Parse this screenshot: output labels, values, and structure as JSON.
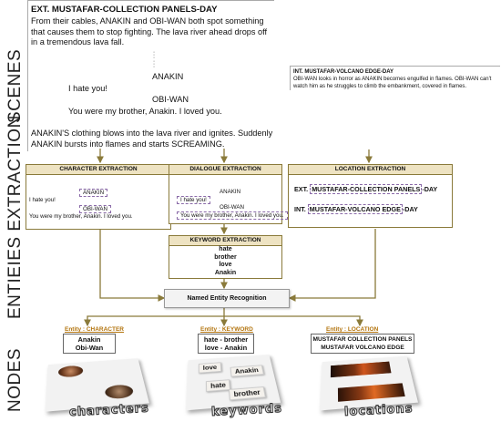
{
  "sections": {
    "scenes": "SCENES",
    "entities": "ENTIEIES EXTRACTION",
    "nodes": "NODES"
  },
  "script": {
    "heading": "EXT. MUSTAFAR-COLLECTION PANELS-DAY",
    "action1": "From their cables, ANAKIN and OBI-WAN both spot something that causes them to stop fighting.  The lava river ahead drops off in a tremendous lava fall.",
    "char1": "ANAKIN",
    "line1": "I hate you!",
    "char2": "OBI-WAN",
    "line2": "You were my brother, Anakin. I loved you.",
    "action2": "ANAKIN'S clothing blows into the lava river and ignites. Suddenly ANAKIN bursts into flames and starts SCREAMING."
  },
  "scene2": {
    "heading": "INT. MUSTAFAR-VOLCANO EDGE-DAY",
    "text": "OBI-WAN looks in horror as ANAKIN becomes engulfed in flames. OBI-WAN can't watch him as he struggles to climb the embankment, covered in flames."
  },
  "character_box": {
    "title": "CHARACTER EXTRACTION",
    "c1": "ANAKIN",
    "l1": "I hate you!",
    "c2": "OBI-WAN",
    "l2": "You were my brother, Anakin. I loved you."
  },
  "dialogue_box": {
    "title": "DIALOGUE EXTRACTION",
    "c1": "ANAKIN",
    "l1": "I hate you!",
    "c2": "OBI-WAN",
    "l2": "You were my brother, Anakin. I loved you."
  },
  "location_box": {
    "title": "LOCATION EXTRACTION",
    "l1_pre": "EXT. ",
    "l1_loc": "MUSTAFAR-COLLECTION PANELS",
    "l1_post": "-DAY",
    "l2_pre": "INT. ",
    "l2_loc": "MUSTAFAR-VOLCANO EDGE",
    "l2_post": "-DAY"
  },
  "keyword_box": {
    "title": "KEYWORD EXTRACTION",
    "words": [
      "hate",
      "brother",
      "love",
      "Anakin"
    ]
  },
  "ner": "Named Entity Recognition",
  "entities": {
    "character": {
      "label": "Entity : CHARACTER",
      "items": [
        "Anakin",
        "Obi-Wan"
      ]
    },
    "keyword": {
      "label": "Entity : KEYWORD",
      "items": [
        "hate - brother",
        "love - Anakin"
      ]
    },
    "location": {
      "label": "Entity : LOCATION",
      "items": [
        "MUSTAFAR COLLECTION PANELS",
        "MUSTAFAR VOLCANO EDGE"
      ]
    }
  },
  "nodes": {
    "characters": "characters",
    "keywords": "keywords",
    "locations": "locations",
    "keyword_tags": [
      "love",
      "Anakin",
      "hate",
      "brother"
    ]
  },
  "colors": {
    "border": "#8a7a3a",
    "arrow": "#8a7a3a",
    "entity": "#b2730c",
    "header_fill": "#eee3c2"
  }
}
